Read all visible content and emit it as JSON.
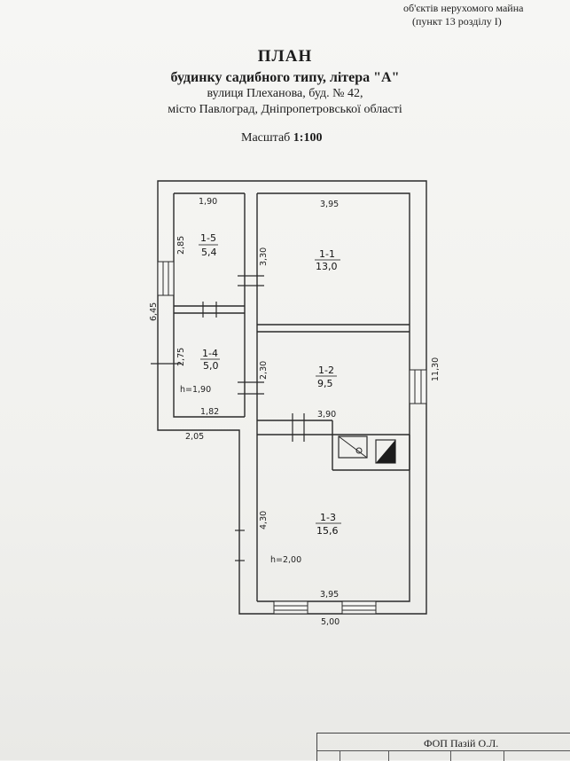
{
  "header_note": {
    "line1": "об'єктів нерухомого майна",
    "line2": "(пункт 13 розділу I)"
  },
  "title": {
    "line1": "ПЛАН",
    "line2": "будинку садибного типу, літера \"А\"",
    "line3": "вулиця Плеханова, буд. № 42,",
    "line4": "місто Павлоград, Дніпропетровської області"
  },
  "scale": {
    "label": "Масштаб",
    "value": "1:100"
  },
  "rooms": [
    {
      "id": "1-5",
      "area": "5,4"
    },
    {
      "id": "1-1",
      "area": "13,0"
    },
    {
      "id": "1-4",
      "area": "5,0"
    },
    {
      "id": "1-2",
      "area": "9,5"
    },
    {
      "id": "1-3",
      "area": "15,6"
    }
  ],
  "dimensions": {
    "top_left_width": "1,90",
    "top_right_width": "3,95",
    "room15_height": "2,85",
    "room11_height": "3,30",
    "left_total": "6,45",
    "room14_height": "2,75",
    "room12_height": "2,30",
    "right_total": "11,30",
    "room14_bottom": "1,82",
    "room12_bottom": "3,90",
    "left_wing_outer": "2,05",
    "room13_height": "4,30",
    "room13_inner_width": "3,95",
    "bottom_total": "5,00"
  },
  "heights": {
    "left_wing": "h=1,90",
    "main": "h=2,00"
  },
  "stamp": {
    "text": "ФОП Пазій О.Л."
  }
}
